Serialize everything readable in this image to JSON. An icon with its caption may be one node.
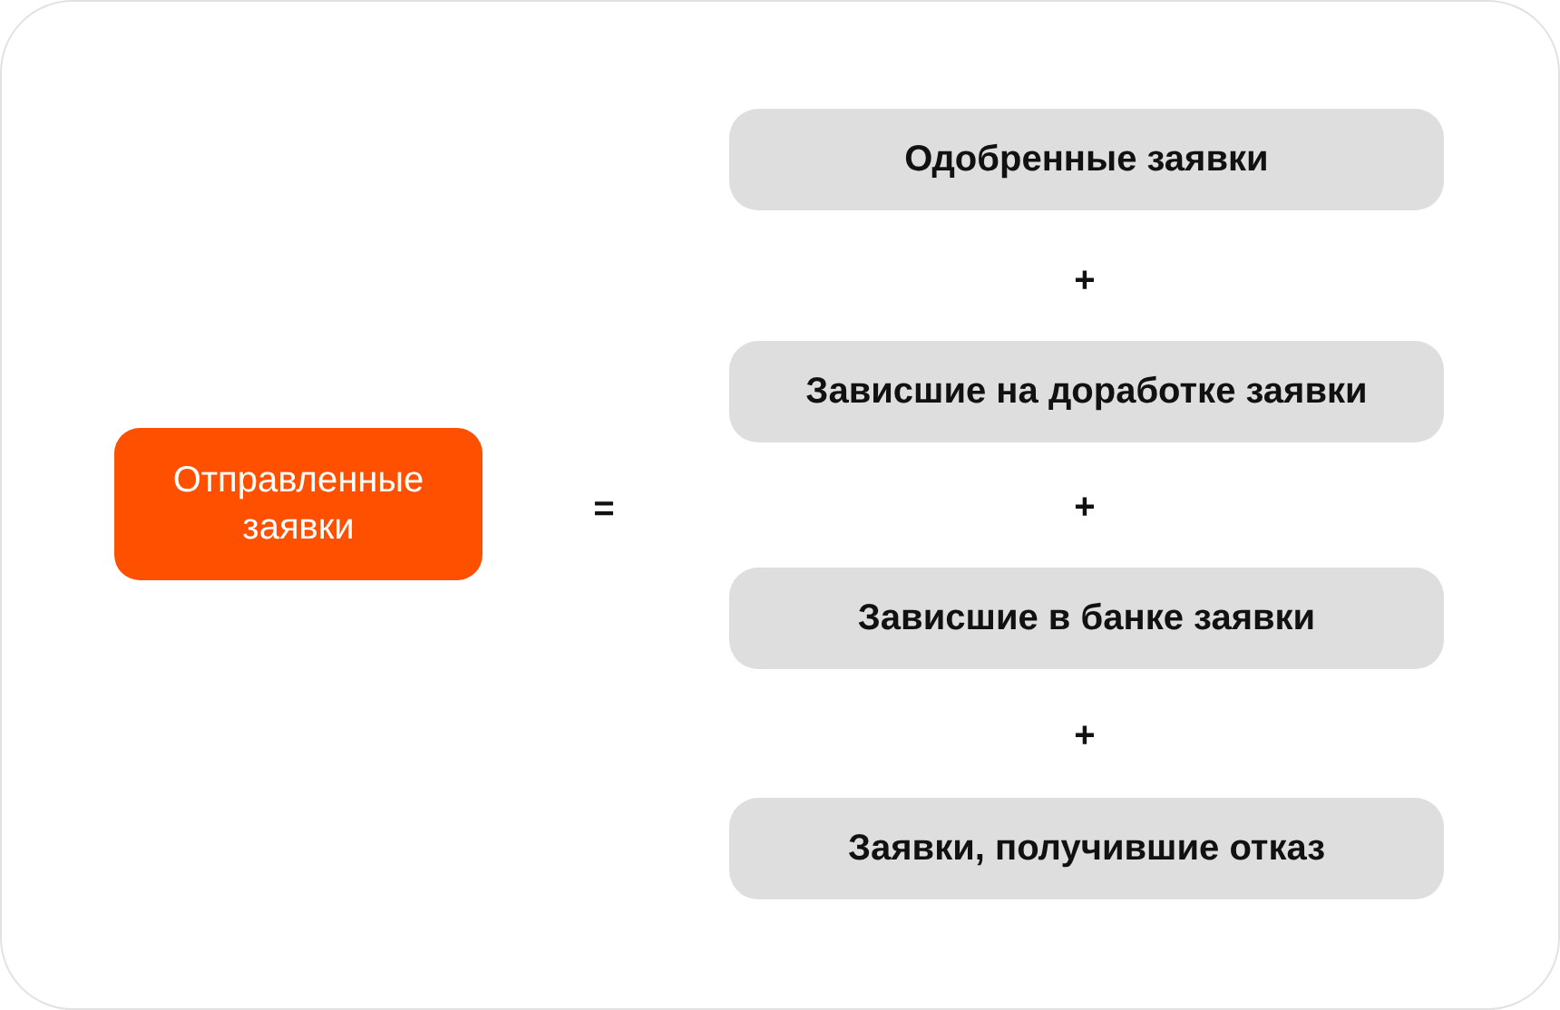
{
  "diagram": {
    "nodes": [
      {
        "text": [
          "Отправленные заявки"
        ]
      },
      {
        "text": [
          "Одобренные заявки"
        ]
      },
      {
        "text": [
          "Зависшие на доработке заявки"
        ]
      },
      {
        "text": [
          "Зависшие в банке заявки"
        ]
      },
      {
        "text": [
          "Заявки, получившие отказ"
        ]
      }
    ],
    "labels": [
      "=",
      "+",
      "+",
      "+"
    ]
  }
}
